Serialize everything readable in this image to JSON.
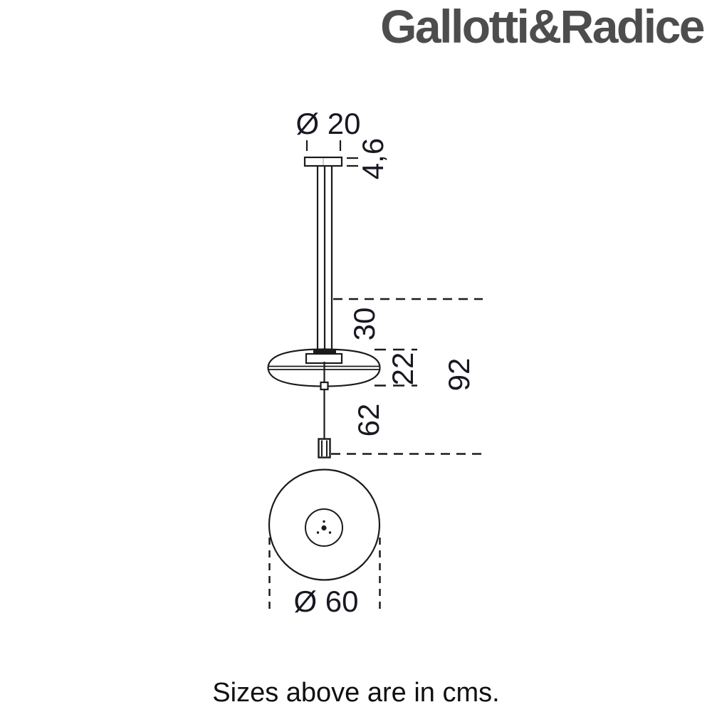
{
  "brand": {
    "logo_text": "Gallotti&Radice"
  },
  "caption": "Sizes above are in cms.",
  "drawing": {
    "units": "cm",
    "side_view": {
      "canopy_diameter_label": "Ø 20",
      "canopy_thickness_label": "4,6",
      "rod_drop_label": "30",
      "diffuser_height_label": "22",
      "cable_drop_label": "62",
      "total_height_label": "92"
    },
    "bottom_view": {
      "diffuser_diameter_label": "Ø 60"
    }
  },
  "colors": {
    "background": "#ffffff",
    "line": "#1b1b1b",
    "dimension_text": "#181822",
    "logo": "#4d4d4d"
  }
}
